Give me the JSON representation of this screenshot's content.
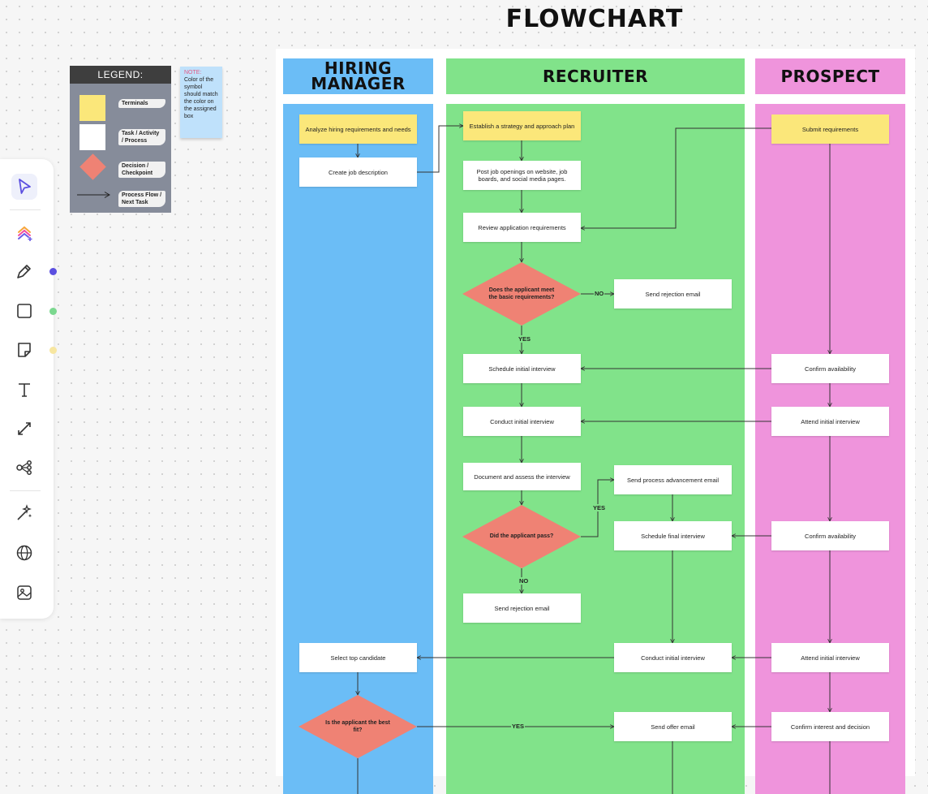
{
  "title": "FLOWCHART",
  "colors": {
    "hiring_manager_lane": "#6bbdf6",
    "recruiter_lane": "#81e38a",
    "prospect_lane": "#ef94dc",
    "terminal": "#fbe77a",
    "decision": "#ef8274",
    "legend_bg": "#868c9a",
    "note_bg": "#bfe1fb"
  },
  "toolbar": {
    "tools": [
      {
        "icon": "pointer-icon",
        "active": true
      },
      {
        "icon": "ai-brain-icon"
      },
      {
        "icon": "pen-icon"
      },
      {
        "icon": "square-shape-icon"
      },
      {
        "icon": "sticky-note-icon"
      },
      {
        "icon": "text-icon"
      },
      {
        "icon": "connector-icon"
      },
      {
        "icon": "mind-map-icon"
      },
      {
        "icon": "magic-sparkles-icon"
      },
      {
        "icon": "globe-icon"
      },
      {
        "icon": "image-icon"
      }
    ],
    "dot_colors": [
      "#5b4fe0",
      "#7bd88f",
      "#f7e6a0"
    ]
  },
  "legend": {
    "title": "LEGEND:",
    "items": [
      {
        "shape": "terminal",
        "label": "Terminals"
      },
      {
        "shape": "task",
        "label": "Task / Activity / Process"
      },
      {
        "shape": "decision",
        "label": "Decision / Checkpoint"
      },
      {
        "shape": "arrow",
        "label": "Process Flow / Next Task"
      }
    ]
  },
  "note": {
    "title": "NOTE:",
    "text": "Color of the symbol should match the color on the assigned box"
  },
  "lanes": [
    {
      "id": "hm",
      "label": "HIRING MANAGER"
    },
    {
      "id": "rec",
      "label": "RECRUITER"
    },
    {
      "id": "pro",
      "label": "PROSPECT"
    }
  ],
  "nodes": {
    "hm_analyze": "Analyze hiring requirements and needs",
    "hm_create_jd": "Create job description",
    "hm_select_top": "Select top candidate",
    "hm_best_fit": "Is the applicant the best fit?",
    "rec_strategy": "Establish a strategy and approach plan",
    "rec_post": "Post job openings on website, job boards, and social media pages.",
    "rec_review": "Review application requirements",
    "rec_meet_basic": "Does the applicant meet the basic requirements?",
    "rec_rejection_1": "Send rejection email",
    "rec_schedule_initial": "Schedule initial interview",
    "rec_conduct_initial": "Conduct initial interview",
    "rec_document": "Document and assess the interview",
    "rec_pass": "Did the applicant pass?",
    "rec_advancement": "Send process advancement email",
    "rec_schedule_final": "Schedule final interview",
    "rec_rejection_2": "Send rejection email",
    "rec_conduct_final": "Conduct initial interview",
    "rec_offer": "Send offer email",
    "pro_submit": "Submit requirements",
    "pro_confirm_1": "Confirm availability",
    "pro_attend_1": "Attend initial interview",
    "pro_confirm_2": "Confirm availability",
    "pro_attend_2": "Attend initial interview",
    "pro_interest": "Confirm interest and decision"
  },
  "flow_labels": {
    "no_1": "NO",
    "yes_1": "YES",
    "yes_2": "YES",
    "no_2": "NO",
    "yes_3": "YES"
  }
}
